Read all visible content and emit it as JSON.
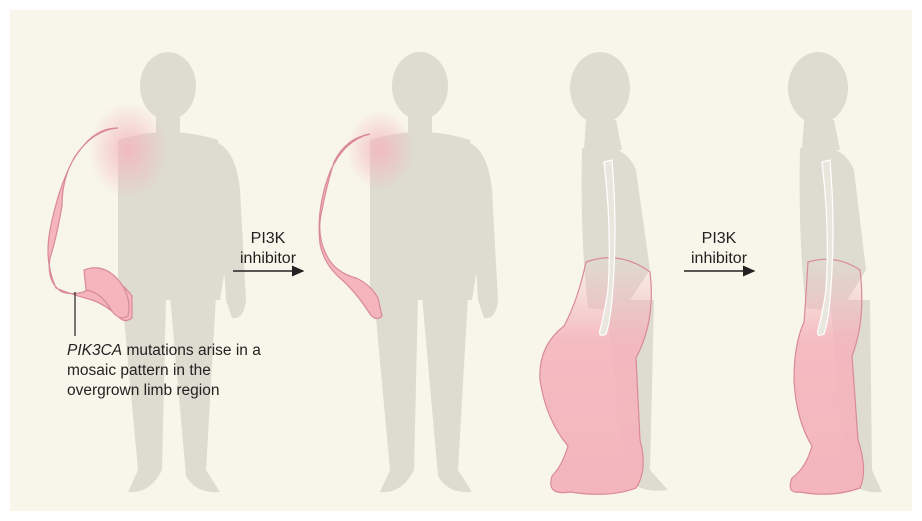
{
  "colors": {
    "background": "#f8f6ea",
    "silhouette": "#dedbd0",
    "affected_tissue": "#f4b5bd",
    "affected_outline": "#d98a96"
  },
  "arrows": [
    {
      "line1": "PI3K",
      "line2": "inhibitor"
    },
    {
      "line1": "PI3K",
      "line2": "inhibitor"
    }
  ],
  "caption": {
    "gene": "PIK3CA",
    "rest": " mutations arise in a mosaic pattern in the overgrown limb region"
  },
  "figures": [
    {
      "view": "front",
      "affected": "right arm",
      "state": "overgrown"
    },
    {
      "view": "front",
      "affected": "right arm",
      "state": "reduced"
    },
    {
      "view": "side",
      "affected": "legs",
      "state": "overgrown"
    },
    {
      "view": "side",
      "affected": "legs",
      "state": "reduced"
    }
  ]
}
